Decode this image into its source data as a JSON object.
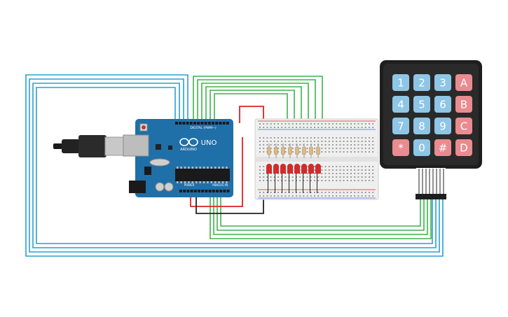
{
  "arduino": {
    "logo_text": "ARDUINO",
    "model_text": "UNO",
    "digital_header_label": "DIGITAL (PWM~)",
    "power_header_label": "POWER",
    "analog_header_label": "ANALOG IN"
  },
  "keypad": {
    "keys": [
      {
        "label": "1",
        "kind": "number"
      },
      {
        "label": "2",
        "kind": "number"
      },
      {
        "label": "3",
        "kind": "number"
      },
      {
        "label": "A",
        "kind": "letter"
      },
      {
        "label": "4",
        "kind": "number"
      },
      {
        "label": "5",
        "kind": "number"
      },
      {
        "label": "6",
        "kind": "number"
      },
      {
        "label": "B",
        "kind": "letter"
      },
      {
        "label": "7",
        "kind": "number"
      },
      {
        "label": "8",
        "kind": "number"
      },
      {
        "label": "9",
        "kind": "number"
      },
      {
        "label": "C",
        "kind": "letter"
      },
      {
        "label": "*",
        "kind": "letter"
      },
      {
        "label": "0",
        "kind": "number"
      },
      {
        "label": "#",
        "kind": "letter"
      },
      {
        "label": "D",
        "kind": "letter"
      }
    ]
  },
  "colors": {
    "wire_blue": "#2a9fd0",
    "wire_green": "#3db34a",
    "wire_red": "#e02020",
    "wire_black": "#222222",
    "board_blue": "#1f6fa8",
    "key_number": "#8fc6e6",
    "key_letter": "#e98b8f",
    "led_red": "#d42a2a"
  },
  "led_count": 8
}
